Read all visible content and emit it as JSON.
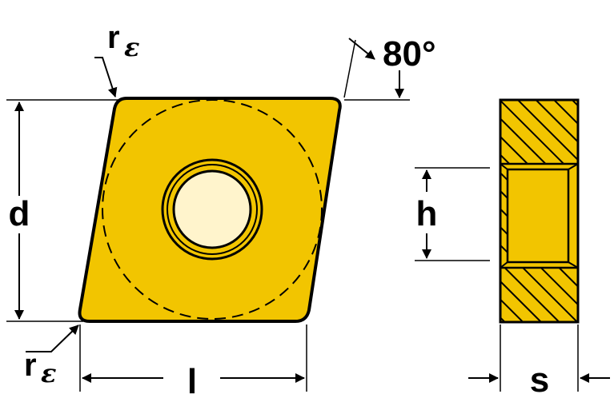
{
  "diagram": {
    "labels": {
      "radius_top": "r",
      "radius_top_sub": "ε",
      "radius_bottom": "r",
      "radius_bottom_sub": "ε",
      "angle": "80°",
      "d": "d",
      "l": "l",
      "h": "h",
      "s": "s"
    },
    "colors": {
      "insert_fill": "#f2c500",
      "hole_fill": "#fff4cc",
      "outline": "#000000"
    }
  }
}
